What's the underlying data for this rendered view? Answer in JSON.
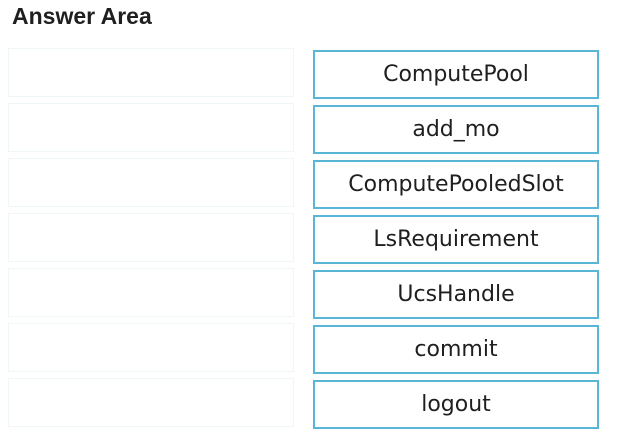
{
  "title": "Answer Area",
  "slots": [
    "",
    "",
    "",
    "",
    "",
    "",
    ""
  ],
  "items": [
    "ComputePool",
    "add_mo",
    "ComputePooledSlot",
    "LsRequirement",
    "UcsHandle",
    "commit",
    "logout"
  ],
  "colors": {
    "item_border": "#5ab6d6",
    "slot_border": "#eef6f8",
    "text": "#1f1f1f"
  }
}
